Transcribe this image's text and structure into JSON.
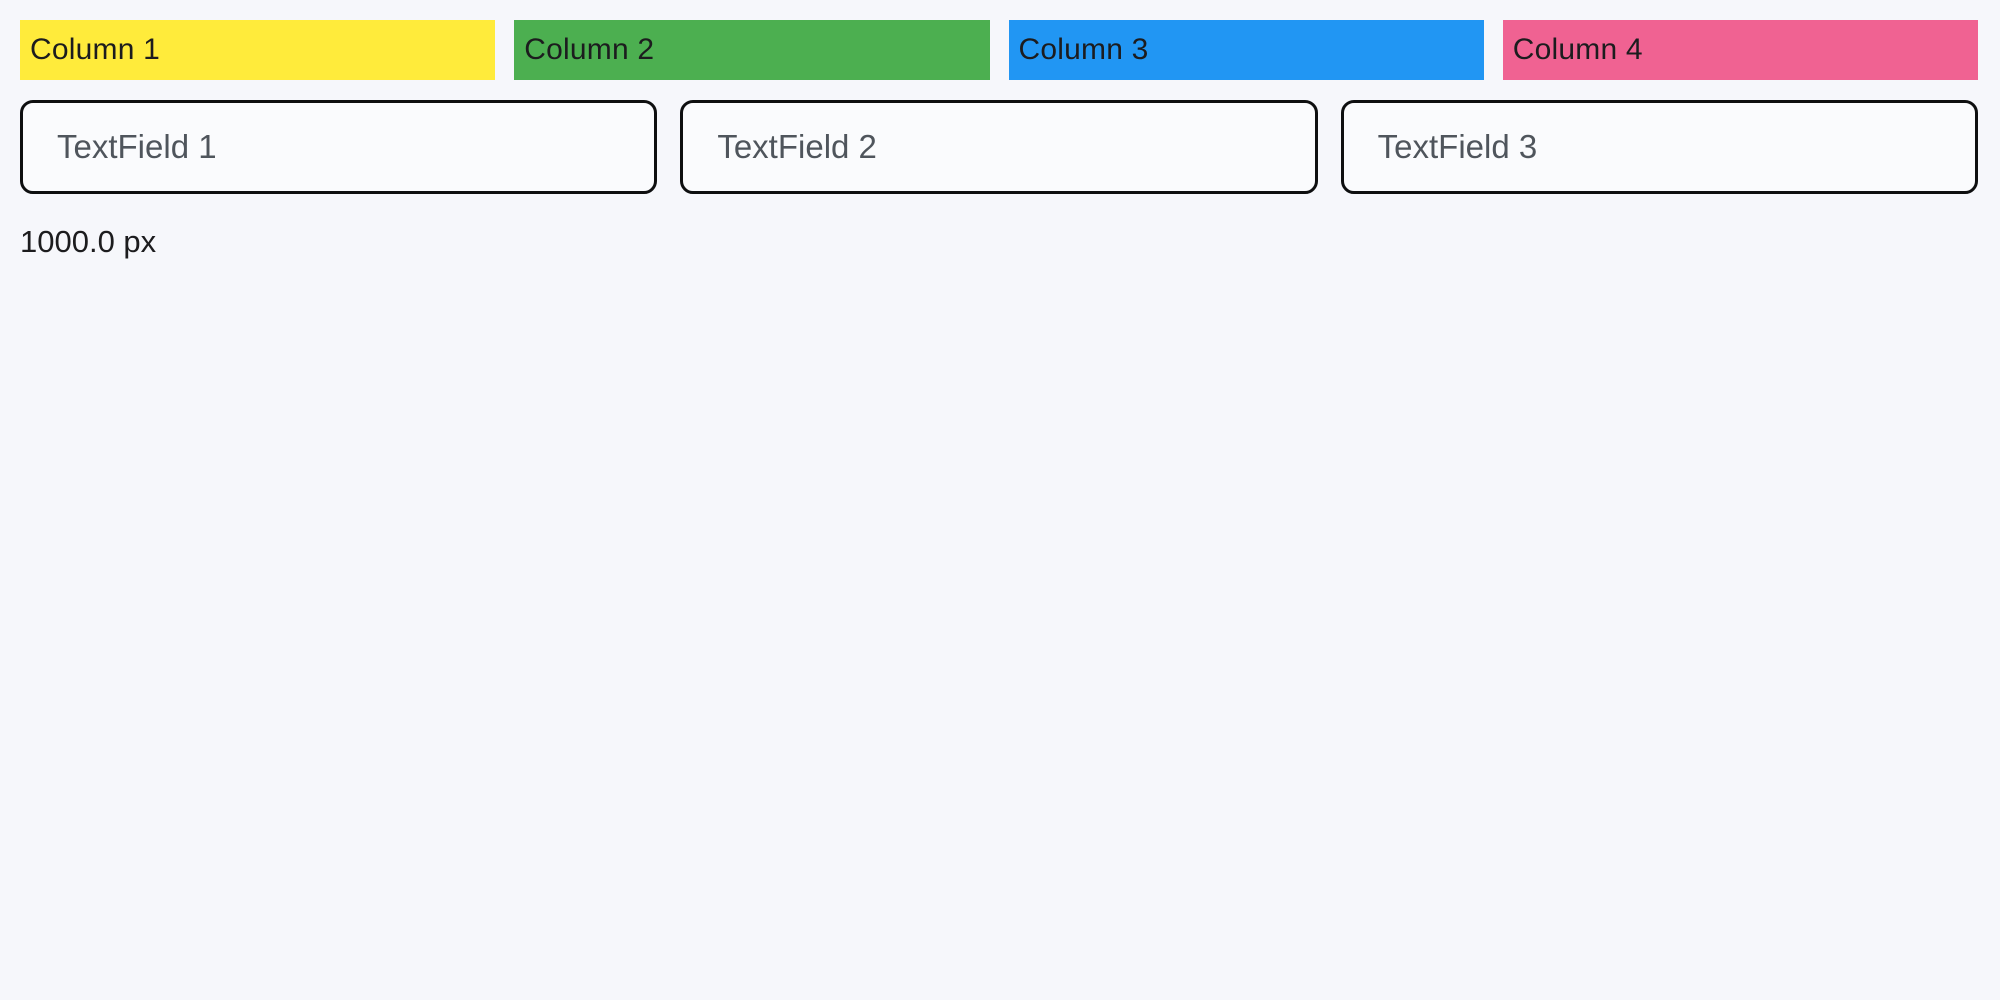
{
  "page": {
    "background_color": "#f6f7fb",
    "text_color": "#1c1c1e",
    "field_border_color": "#0e0f10",
    "placeholder_color": "#4f555c"
  },
  "columns": [
    {
      "label": "Column 1",
      "color": "#ffeb3b"
    },
    {
      "label": "Column 2",
      "color": "#4caf50"
    },
    {
      "label": "Column 3",
      "color": "#2196f3"
    },
    {
      "label": "Column 4",
      "color": "#f06292"
    }
  ],
  "textfields": [
    {
      "placeholder": "TextField 1"
    },
    {
      "placeholder": "TextField 2"
    },
    {
      "placeholder": "TextField 3"
    }
  ],
  "footer": {
    "width_label": "1000.0 px"
  }
}
